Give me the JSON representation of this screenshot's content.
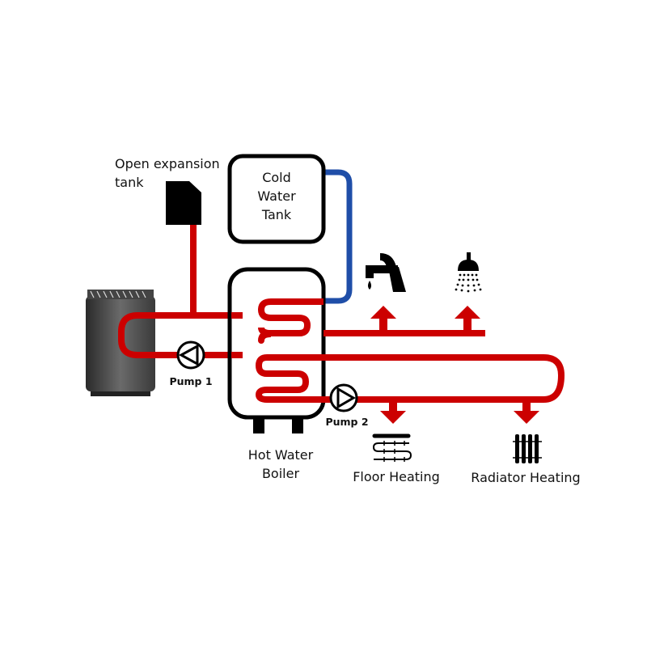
{
  "title": "Heat pump / boiler hot water and heating circuit",
  "colors": {
    "hot_pipe": "#cc0000",
    "cold_pipe": "#1f4ea8",
    "outline": "#000000",
    "background": "#ffffff"
  },
  "labels": {
    "expansion_tank_line1": "Open expansion",
    "expansion_tank_line2": "tank",
    "cold_tank_line1": "Cold",
    "cold_tank_line2": "Water",
    "cold_tank_line3": "Tank",
    "boiler_line1": "Hot Water",
    "boiler_line2": "Boiler",
    "pump1": "Pump 1",
    "pump2": "Pump 2",
    "floor_heating": "Floor Heating",
    "radiator_heating": "Radiator Heating"
  },
  "icons": {
    "heat_source": "heater-unit-icon",
    "tap": "faucet-icon",
    "shower": "shower-head-icon",
    "floor": "floor-heating-icon",
    "radiator": "radiator-icon",
    "pump": "pump-icon"
  }
}
